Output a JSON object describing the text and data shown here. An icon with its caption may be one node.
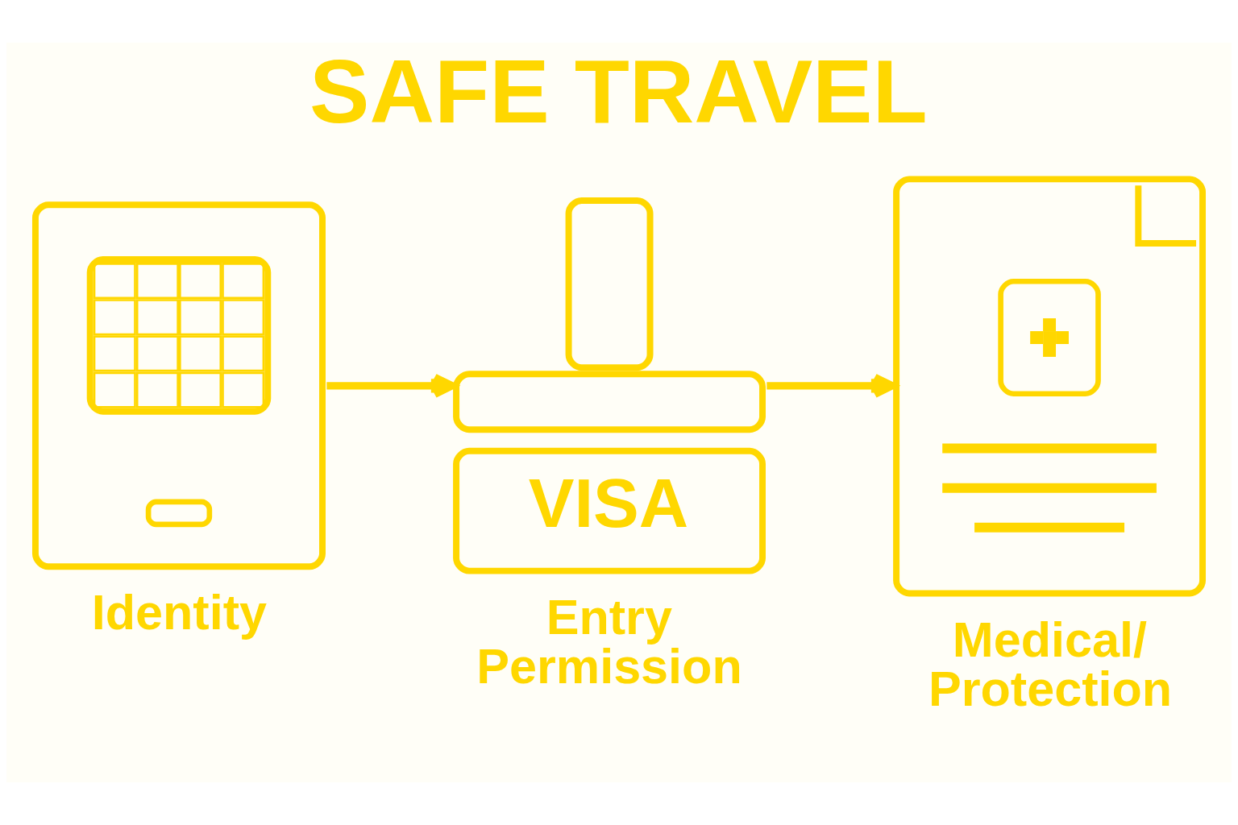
{
  "diagram": {
    "title": "SAFE TRAVEL",
    "nodes": [
      {
        "text": [],
        "shape": "picture",
        "beside": [
          "Identity"
        ]
      },
      {
        "text": [
          "VISA"
        ],
        "beside": [
          "Entry Permission"
        ]
      },
      {
        "text": [],
        "shape": "picture",
        "beside": [
          "Medical/ Protection"
        ]
      }
    ],
    "edges": [
      {
        "from": 0,
        "to": 1,
        "arrow": "to"
      },
      {
        "from": 1,
        "to": 2,
        "arrow": "to"
      }
    ]
  }
}
